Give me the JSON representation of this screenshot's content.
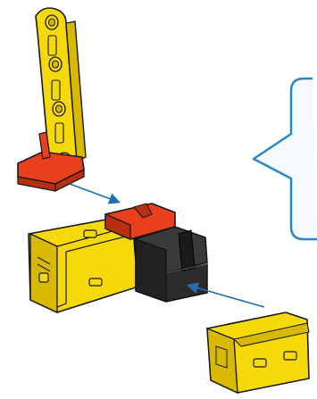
{
  "diagram": {
    "callout_text": "",
    "colors": {
      "yellow": "#f5d90a",
      "yellow_shade": "#d9b800",
      "red": "#e8401c",
      "red_shade": "#b82e10",
      "black": "#2b2b2b",
      "black_shade": "#111111",
      "outline": "#1a1a1a",
      "arrow": "#1f6fb5",
      "callout_fill": "#f4fafe",
      "callout_stroke": "#2b86c8"
    },
    "parts": [
      {
        "name": "yellow-strut-with-holes"
      },
      {
        "name": "red-angle-base"
      },
      {
        "name": "red-building-block"
      },
      {
        "name": "yellow-angle-bracket-left"
      },
      {
        "name": "black-building-block"
      },
      {
        "name": "yellow-angle-bracket-right"
      }
    ]
  }
}
